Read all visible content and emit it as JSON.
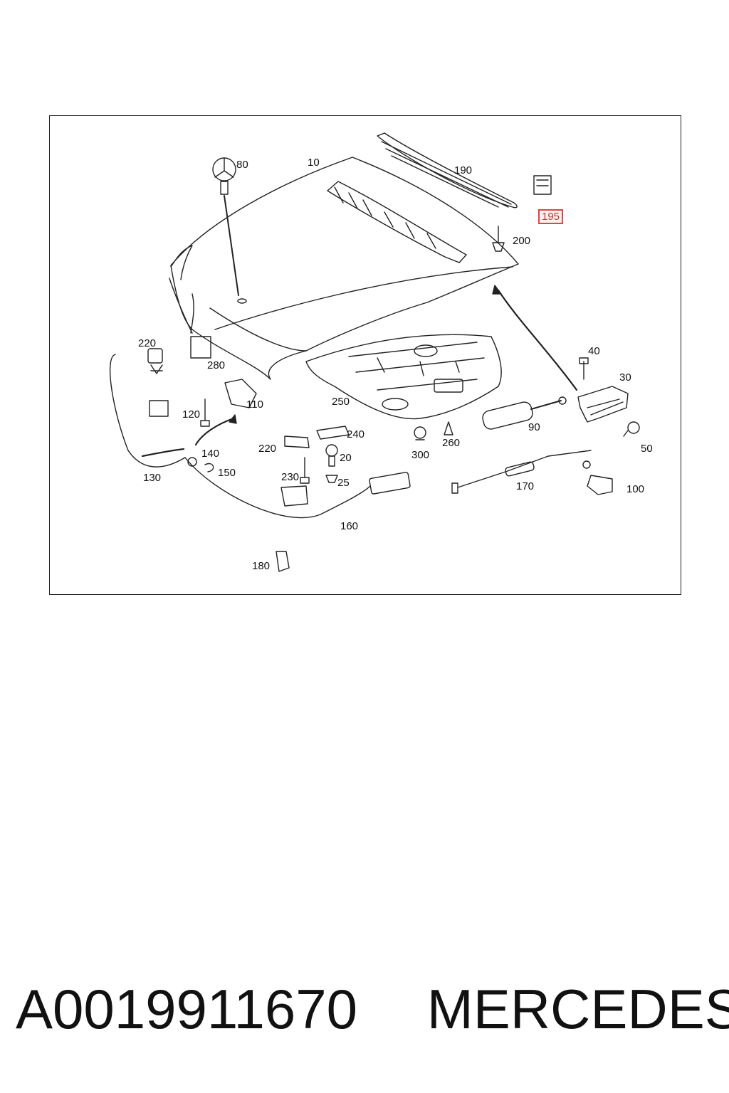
{
  "diagram": {
    "labels": {
      "p10": "10",
      "p20": "20",
      "p25": "25",
      "p30": "30",
      "p40": "40",
      "p50": "50",
      "p80": "80",
      "p90": "90",
      "p100": "100",
      "p110": "110",
      "p120": "120",
      "p130": "130",
      "p140": "140",
      "p150": "150",
      "p160": "160",
      "p170": "170",
      "p180": "180",
      "p190": "190",
      "p195": "195",
      "p200": "200",
      "p220a": "220",
      "p220b": "220",
      "p230": "230",
      "p240": "240",
      "p250": "250",
      "p260": "260",
      "p280": "280",
      "p300": "300"
    },
    "highlighted_part": "195",
    "highlight_color": "#e0453f"
  },
  "footer": {
    "part_number": "A0019911670",
    "brand": "MERCEDES"
  }
}
